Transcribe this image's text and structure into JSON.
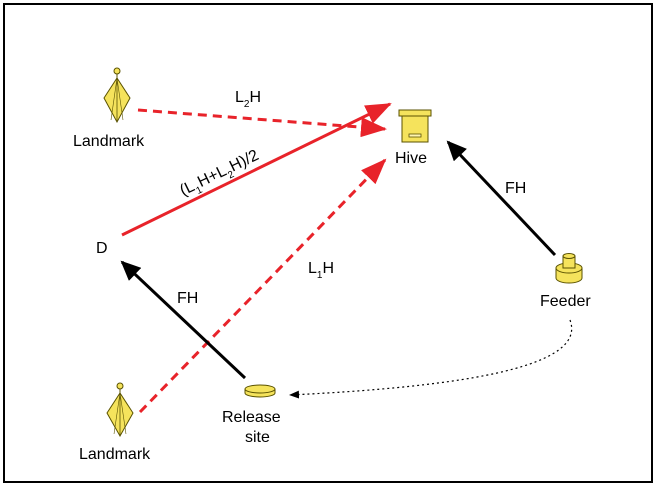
{
  "labels": {
    "landmark_top": "Landmark",
    "landmark_bottom": "Landmark",
    "hive": "Hive",
    "feeder": "Feeder",
    "release_line1": "Release",
    "release_line2": "site",
    "d": "D",
    "fh_right": "FH",
    "fh_left": "FH"
  },
  "formulas": {
    "l2h": {
      "base1": "L",
      "sub1": "2",
      "base2": "H"
    },
    "l1h": {
      "base1": "L",
      "sub1": "1",
      "base2": "H"
    },
    "mean": {
      "p1": "(L",
      "s1": "1",
      "p2": "H+L",
      "s2": "2",
      "p3": "H)/2"
    }
  },
  "colors": {
    "red": "#e8232a",
    "black": "#000000",
    "yellow_fill": "#f5e35c",
    "yellow_stroke": "#5a5200"
  },
  "icons": {
    "landmark": "cone-landmark-icon",
    "hive": "beehive-box-icon",
    "feeder": "feeder-icon",
    "release": "release-site-dish-icon"
  }
}
